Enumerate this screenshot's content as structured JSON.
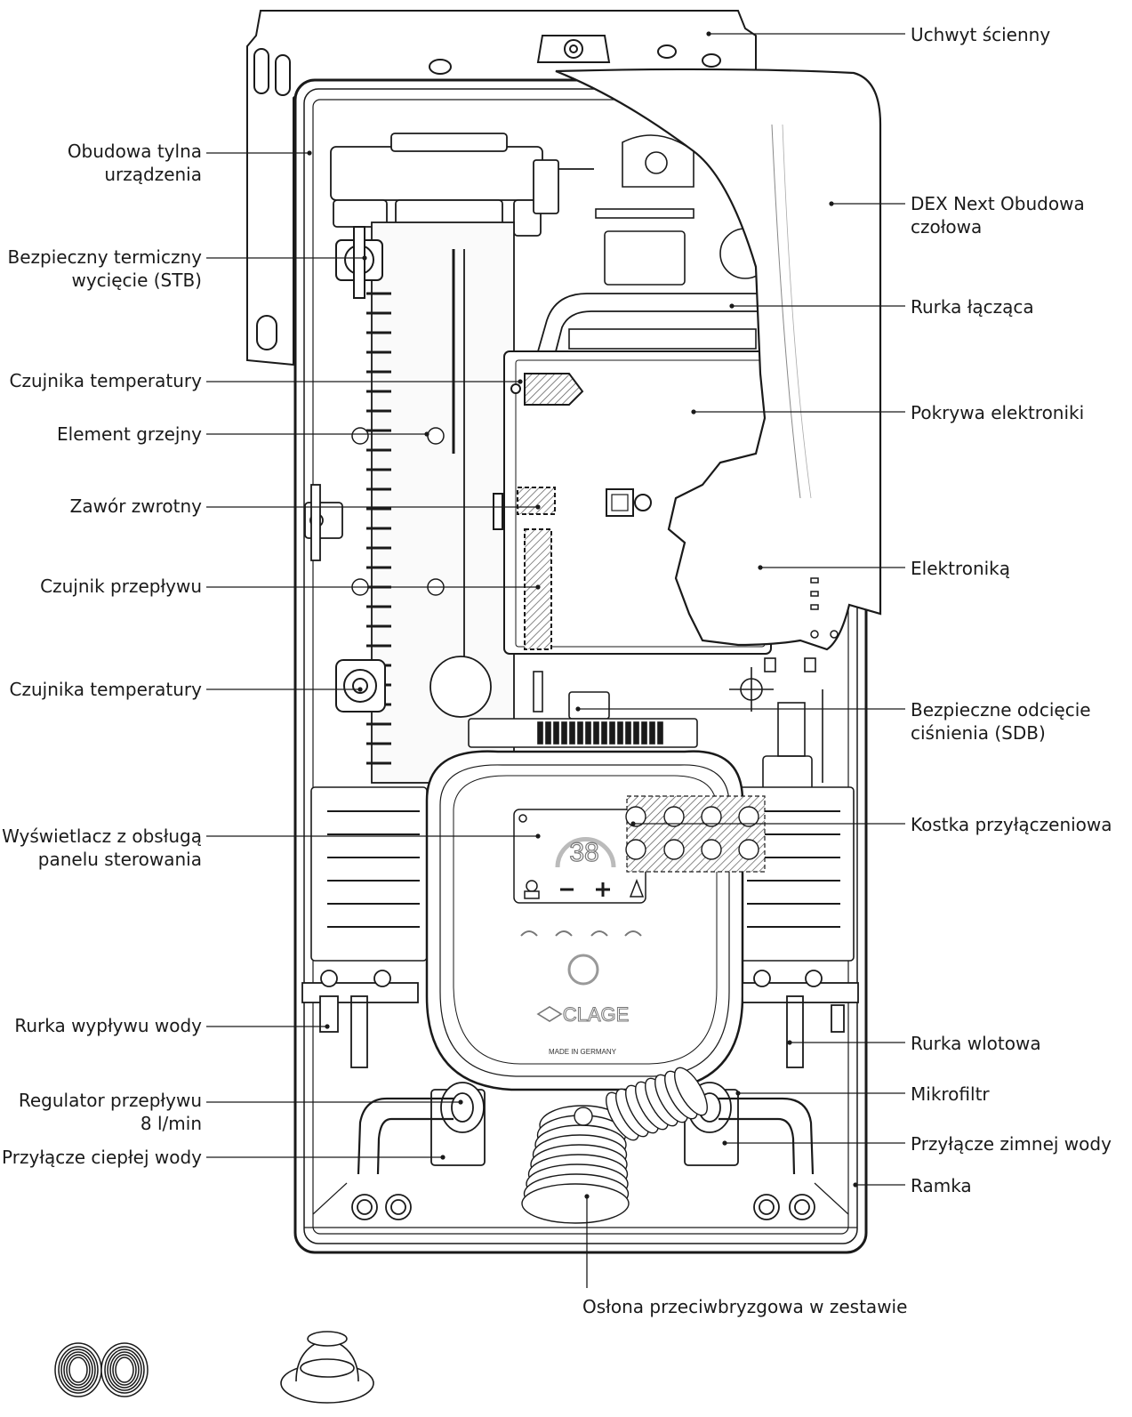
{
  "labels": {
    "wall_bracket": "Uchwyt ścienny",
    "rear_housing_l1": "Obudowa tylna",
    "rear_housing_l2": "urządzenia",
    "front_cover_l1": "DEX Next Obudowa",
    "front_cover_l2": "czołowa",
    "stb_l1": "Bezpieczny termiczny",
    "stb_l2": "wycięcie (STB)",
    "connecting_tube": "Rurka łącząca",
    "temp_sensor_top": "Czujnika temperatury",
    "electronics_cover": "Pokrywa elektroniki",
    "heating_element": "Element grzejny",
    "check_valve": "Zawór zwrotny",
    "flow_sensor": "Czujnik przepływu",
    "electronics": "Elektroniką",
    "temp_sensor_bottom": "Czujnika temperatury",
    "sdb_l1": "Bezpieczne odcięcie",
    "sdb_l2": "ciśnienia (SDB)",
    "display_l1": "Wyświetlacz z obsługą",
    "display_l2": "panelu sterowania",
    "terminal_block": "Kostka przyłączeniowa",
    "outlet_tube": "Rurka wypływu wody",
    "inlet_tube": "Rurka wlotowa",
    "flow_regulator_l1": "Regulator przepływu",
    "flow_regulator_l2": "8 l/min",
    "microfilter": "Mikrofiltr",
    "hot_connection": "Przyłącze ciepłej wody",
    "cold_connection": "Przyłącze zimnej wody",
    "frame": "Ramka",
    "splash_guard": "Osłona przeciwbryzgowa w zestawie"
  },
  "device": {
    "display_value": "38",
    "brand": "CLAGE",
    "made_in": "MADE IN GERMANY"
  },
  "colors": {
    "line": "#1a1a1a",
    "fill": "#ffffff",
    "shade": "#e6e6e6"
  }
}
